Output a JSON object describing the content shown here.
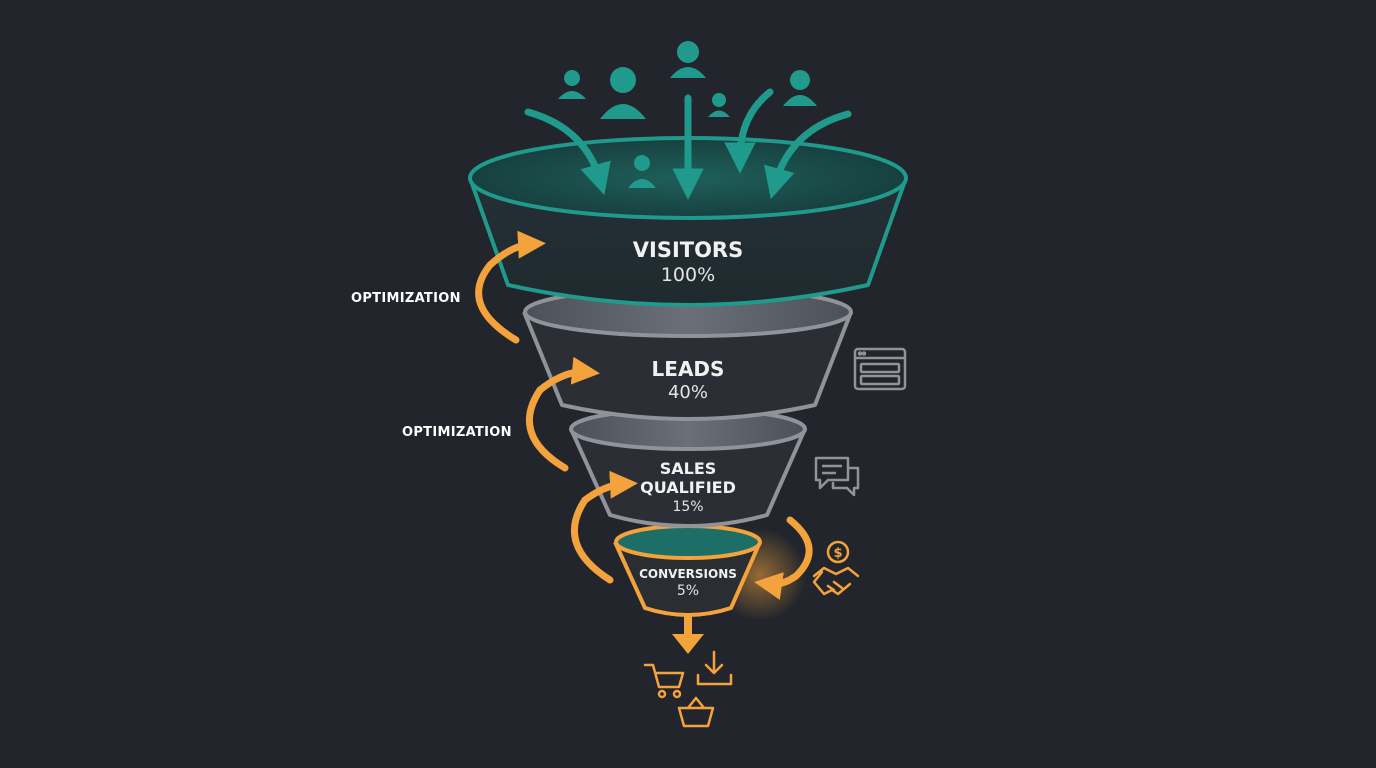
{
  "funnel": {
    "stages": [
      {
        "name": "VISITORS",
        "percent": "100%",
        "value": 100
      },
      {
        "name": "LEADS",
        "percent": "40%",
        "value": 40
      },
      {
        "name": "SALES QUALIFIED",
        "name_line1": "SALES",
        "name_line2": "QUALIFIED",
        "percent": "15%",
        "value": 15
      },
      {
        "name": "CONVERSIONS",
        "percent": "5%",
        "value": 5
      }
    ],
    "side_labels": [
      "OPTIMIZATION",
      "OPTIMIZATION"
    ]
  },
  "colors": {
    "background": "#22262c",
    "teal": "#1f9a8c",
    "grey": "#8f949b",
    "orange": "#f4a23c"
  },
  "icons": [
    "person-icon",
    "browser-form-icon",
    "chat-bubbles-icon",
    "dollar-coin-icon",
    "handshake-icon",
    "shopping-cart-icon",
    "download-icon",
    "basket-icon"
  ]
}
